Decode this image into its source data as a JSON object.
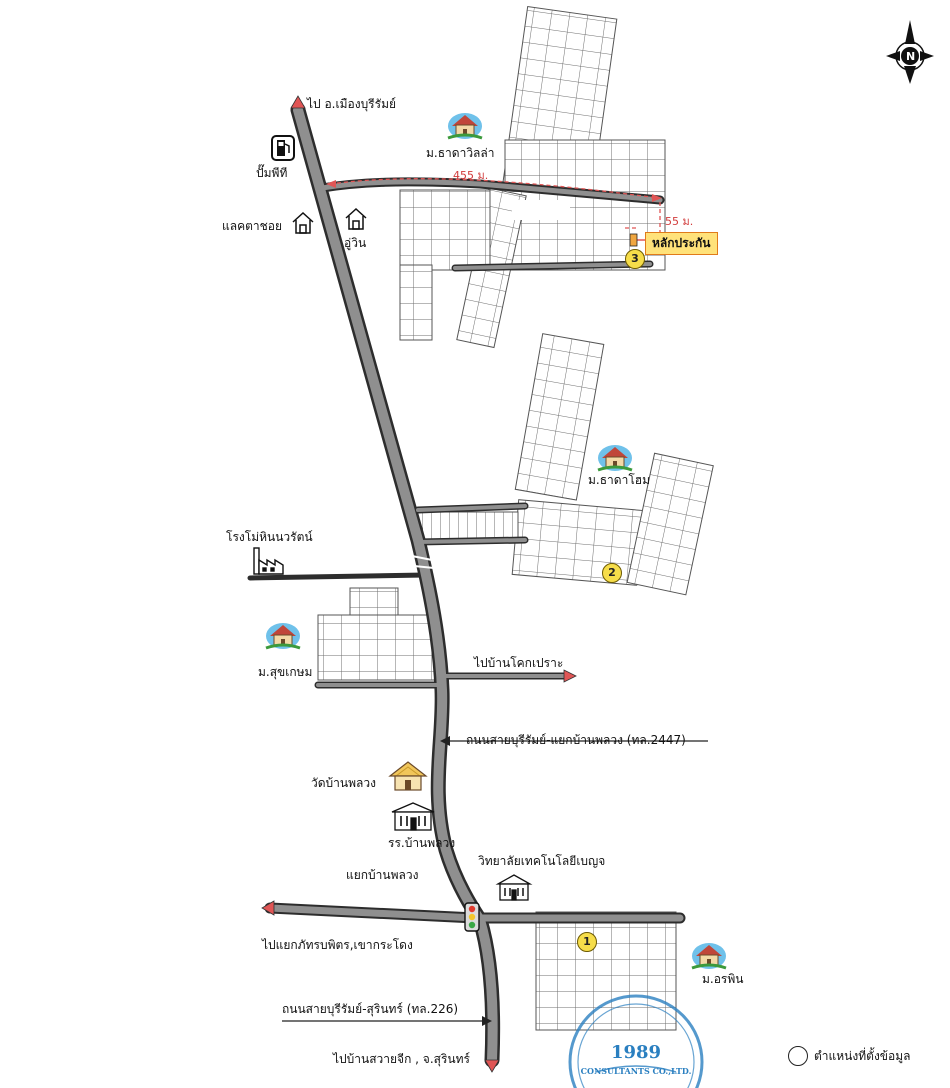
{
  "roads": {
    "to_mueang_buriram": "ไป อ.เมืองบุรีรัมย์",
    "to_ban_khok_pro": "ไปบ้านโคกเปราะ",
    "highway_2447": "ถนนสายบุรีรัมย์-แยกบ้านพลวง (ทล.2447)",
    "to_prakhon_chai": "ไปแยกภัทรบพิตร,เขากระโดง",
    "highway_226": "ถนนสายบุรีรัมย์-สุรินทร์ (ทล.226)",
    "to_surin": "ไปบ้านสวายจีก , จ.สุรินทร์"
  },
  "places": {
    "pt_station": "ปั๊มพีที",
    "lkt_shop": "แลคตาชอย",
    "auto_shop": "อู่วิน",
    "rice_mill": "โรงโม่หินนวรัตน์",
    "temple": "วัดบ้านพลวง",
    "school": "รร.บ้านพลวง",
    "intersection": "แยกบ้านพลวง",
    "college": "วิทยาลัยเทคโนโลยีเบญจ"
  },
  "villages": {
    "thada_villa": "ม.ธาดาวิลล่า",
    "thada_home": "ม.ธาดาโฮม",
    "suk_kasem": "ม.สุขเกษม",
    "oraphin": "ม.อรพิน"
  },
  "distances": {
    "long": "455 ม.",
    "short": "55 ม."
  },
  "stake_label": "หลักประกัน",
  "markers": [
    "1",
    "2",
    "3"
  ],
  "legend": {
    "label": "ตำแหน่งที่ตั้งข้อมูล"
  },
  "compass": {
    "label": "N"
  },
  "stamp": {
    "year": "1989",
    "name": "CONSULTANTS CO.,LTD."
  },
  "colors": {
    "road_fill": "#8f8f8f",
    "road_edge": "#2d2d2d",
    "arrow": "#e05555",
    "marker": "#f6dd4a",
    "stake": "#ffe27a",
    "stamp": "#2a7fc0"
  }
}
